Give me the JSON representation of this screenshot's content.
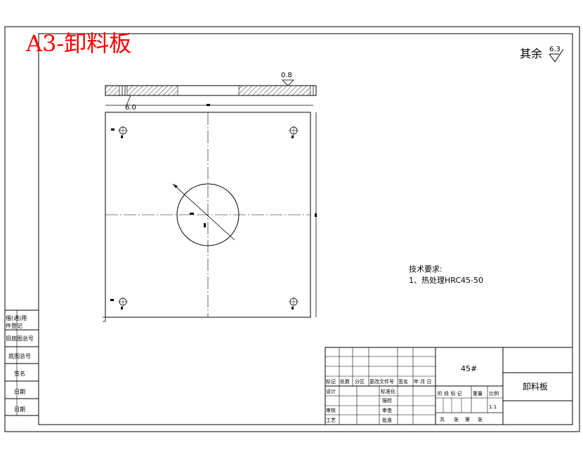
{
  "sheet_title": "A3-卸料板",
  "roughness": {
    "label": "其余",
    "value": "6.3"
  },
  "section_view": {
    "roughness_value": "0.8",
    "thickness_dim": "6.0"
  },
  "tech_requirements": {
    "title": "技术要求:",
    "items": [
      "1、热处理HRC45-50"
    ]
  },
  "left_margin": {
    "labels": [
      "借(通)用",
      "件登记",
      "旧底图总号",
      "底图总号",
      "签名",
      "日期",
      "日期"
    ]
  },
  "title_block": {
    "material": "45#",
    "part_name": "卸料板",
    "scale": "1:1",
    "revision_headers": [
      "标记",
      "处数",
      "分区",
      "更改文件号",
      "签名",
      "年 月 日"
    ],
    "rows_left": [
      "设计",
      "审核",
      "工艺"
    ],
    "rows_mid": [
      "标准化",
      "描校",
      "审查",
      "批准"
    ],
    "stage_headers": [
      "阶 段 标 记",
      "重量",
      "比例"
    ],
    "sheet_info": [
      "共",
      "张",
      "第",
      "张"
    ]
  }
}
